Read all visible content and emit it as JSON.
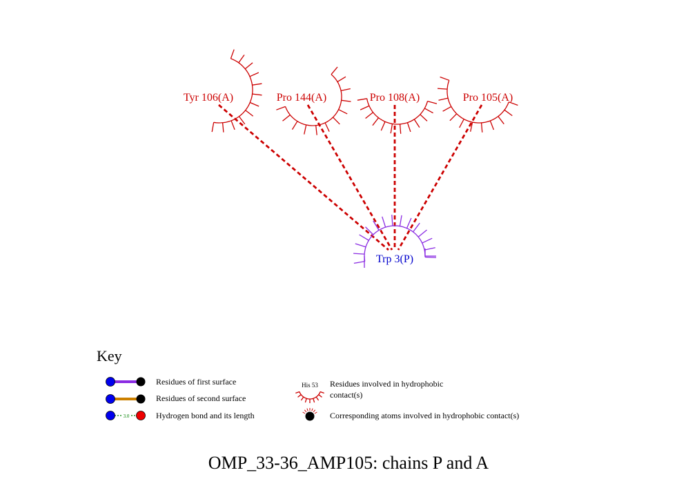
{
  "diagram": {
    "title": "OMP_33-36_AMP105: chains P and A",
    "center_residue": {
      "label": "Trp 3(P)",
      "color": "#0000cc",
      "spike_color": "#8a2be2"
    },
    "partner_residues": [
      {
        "label": "Tyr 106(A)",
        "color": "#cc0000"
      },
      {
        "label": "Pro 144(A)",
        "color": "#cc0000"
      },
      {
        "label": "Pro 108(A)",
        "color": "#cc0000"
      },
      {
        "label": "Pro 105(A)",
        "color": "#cc0000"
      }
    ],
    "contact_line_color": "#cc0000"
  },
  "key": {
    "heading": "Key",
    "items": [
      {
        "label": "Residues of first surface",
        "line_color": "#8a2be2"
      },
      {
        "label": "Residues of second surface",
        "line_color": "#cc8000"
      },
      {
        "label": "Hydrogen bond and its length",
        "bond_length": "3.0",
        "line_color": "#008000"
      },
      {
        "label": "Residues involved in hydrophobic contact(s)",
        "example_residue": "His 53"
      },
      {
        "label": "Corresponding atoms involved in hydrophobic contact(s)"
      }
    ],
    "colors": {
      "donor": "#0000ee",
      "acceptor": "#ee0000",
      "atom": "#000000",
      "spike": "#cc0000"
    }
  }
}
